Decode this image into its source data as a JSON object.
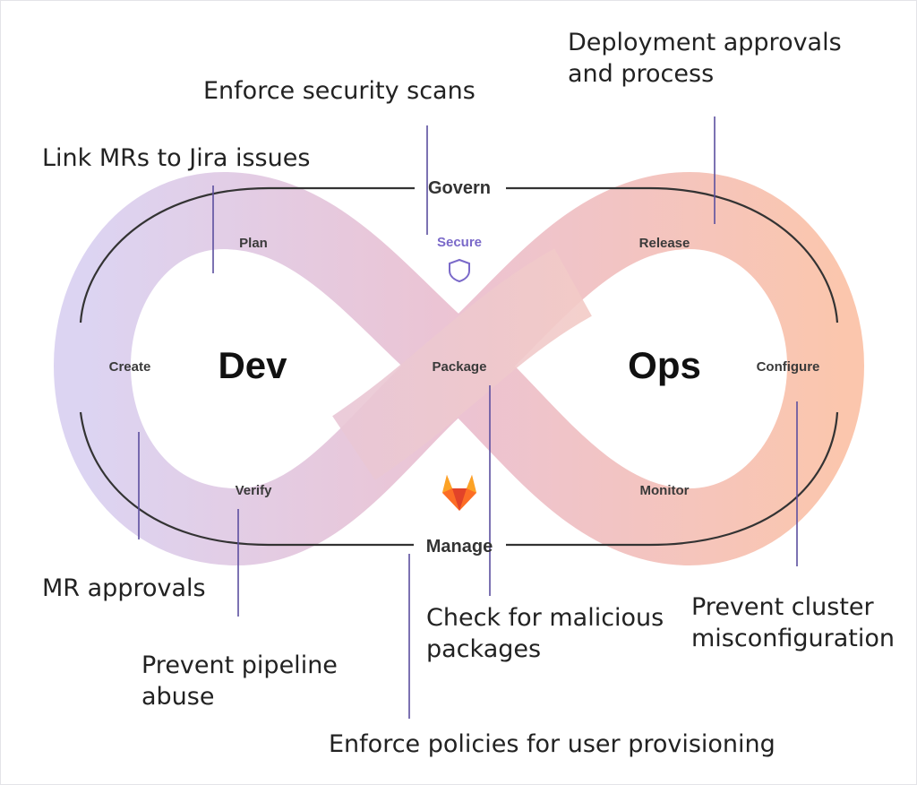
{
  "diagram": {
    "center_labels": {
      "dev": "Dev",
      "ops": "Ops"
    },
    "frame_labels": {
      "top": "Govern",
      "bottom": "Manage"
    },
    "stages": {
      "plan": "Plan",
      "create": "Create",
      "verify": "Verify",
      "secure": "Secure",
      "package": "Package",
      "release": "Release",
      "configure": "Configure",
      "monitor": "Monitor"
    },
    "icons": {
      "secure": "shield-icon",
      "logo": "gitlab-logo-icon"
    },
    "colors": {
      "gradient_left": "#dcd4f2",
      "gradient_mid": "#ecc3d2",
      "gradient_right": "#fbc6ad",
      "callout_line": "#5c4f9f",
      "secure_label": "#7a69c9",
      "logo": "#fc6d26"
    }
  },
  "annotations": {
    "deployment_approvals": "Deployment approvals\nand process",
    "security_scans": "Enforce security scans",
    "jira": "Link MRs to Jira issues",
    "mr_approvals": "MR approvals",
    "pipeline_abuse": "Prevent pipeline\nabuse",
    "malicious_packages": "Check for malicious\npackages",
    "cluster_misconfig": "Prevent cluster\nmisconfiguration",
    "user_provisioning": "Enforce policies for user provisioning"
  }
}
